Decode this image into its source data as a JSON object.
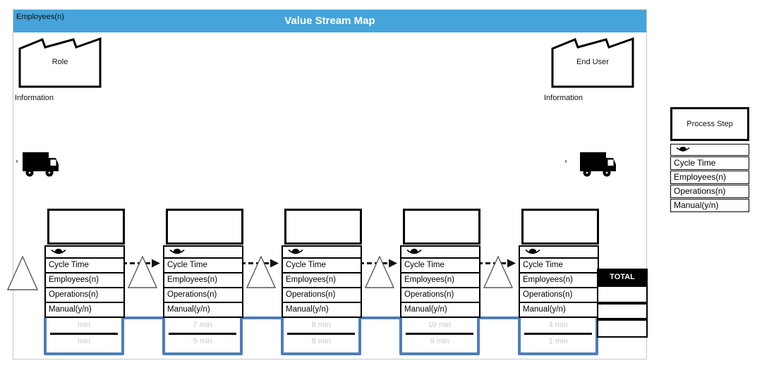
{
  "colors": {
    "header_blue": "#46a4da",
    "timeline_blue": "#4d7dbc"
  },
  "header": {
    "corner_label": "Employees(n)",
    "title": "Value Stream Map"
  },
  "left_supplier": {
    "label": "Role",
    "caption": "Information"
  },
  "right_supplier": {
    "label": "End User",
    "caption": "Information"
  },
  "legend": {
    "title": "Process Step",
    "rows": [
      "Cycle Time",
      "Employees(n)",
      "Operations(n)",
      "Manual(y/n)"
    ]
  },
  "process_steps": [
    {
      "rows": [
        "Cycle Time",
        "Employees(n)",
        "Operations(n)",
        "Manual(y/n)"
      ]
    },
    {
      "rows": [
        "Cycle Time",
        "Employees(n)",
        "Operations(n)",
        "Manual(y/n)"
      ]
    },
    {
      "rows": [
        "Cycle Time",
        "Employees(n)",
        "Operations(n)",
        "Manual(y/n)"
      ]
    },
    {
      "rows": [
        "Cycle Time",
        "Employees(n)",
        "Operations(n)",
        "Manual(y/n)"
      ]
    },
    {
      "rows": [
        "Cycle Time",
        "Employees(n)",
        "Operations(n)",
        "Manual(y/n)"
      ]
    }
  ],
  "timeline": {
    "segments": [
      {
        "top": "min",
        "bottom": "min"
      },
      {
        "top": "7 min",
        "bottom": "5 min"
      },
      {
        "top": "8 min",
        "bottom": "8 min"
      },
      {
        "top": "10 min",
        "bottom": "9 min"
      },
      {
        "top": "4 min",
        "bottom": "1 min"
      }
    ]
  },
  "total": {
    "label": "TOTAL",
    "cells": [
      "",
      "",
      ""
    ]
  }
}
